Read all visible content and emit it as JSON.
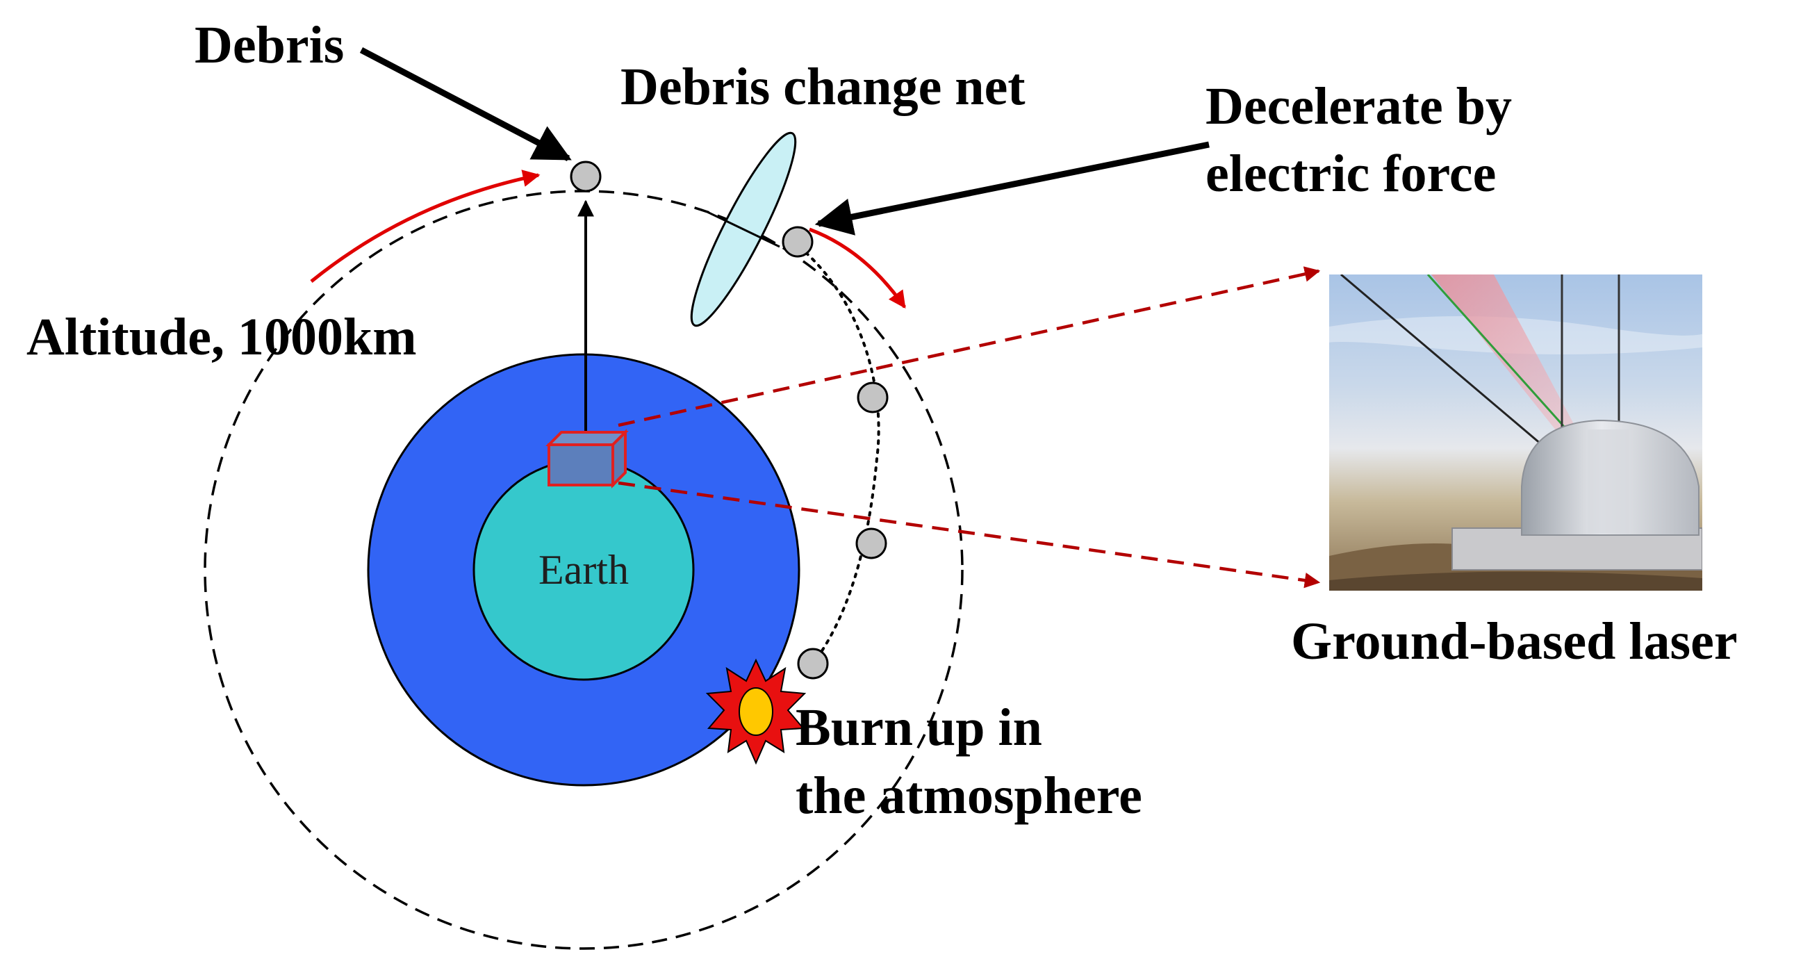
{
  "labels": {
    "debris": "Debris",
    "change_net": "Debris change net",
    "decelerate_line1": "Decelerate by",
    "decelerate_line2": "electric force",
    "altitude": "Altitude, 1000km",
    "earth": "Earth",
    "burn_line1": "Burn up in",
    "burn_line2": "the atmosphere",
    "laser": "Ground-based laser"
  },
  "colors": {
    "earth_core": "#35c8cc",
    "atmosphere": "#3264f5",
    "debris": "#c4c4c4",
    "net": "#c9f0f5",
    "arrow_red": "#e00000",
    "laser_beam": "#b30000",
    "station": "#e02020",
    "fire_outer": "#e81010",
    "fire_inner": "#ffc800",
    "arrow_black": "#000000"
  },
  "icons": {
    "station": "ground-station-box-icon",
    "fire": "burn-explosion-icon",
    "laser_photo": "observatory-dome-laser-picture"
  }
}
